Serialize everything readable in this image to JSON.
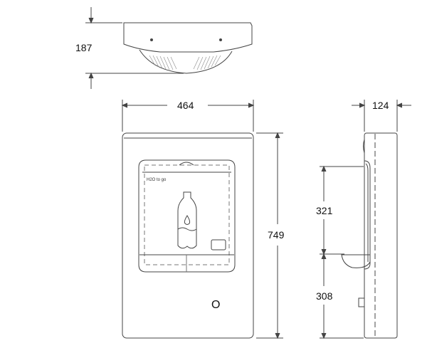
{
  "dimensions": {
    "top_depth": "187",
    "front_width": "464",
    "front_height": "749",
    "side_depth": "124",
    "recess_height": "321",
    "basin_height": "308"
  },
  "front_view": {
    "button_label": "O",
    "brand_logo": "H2O to go"
  },
  "colors": {
    "line": "#444444",
    "background": "#ffffff"
  }
}
